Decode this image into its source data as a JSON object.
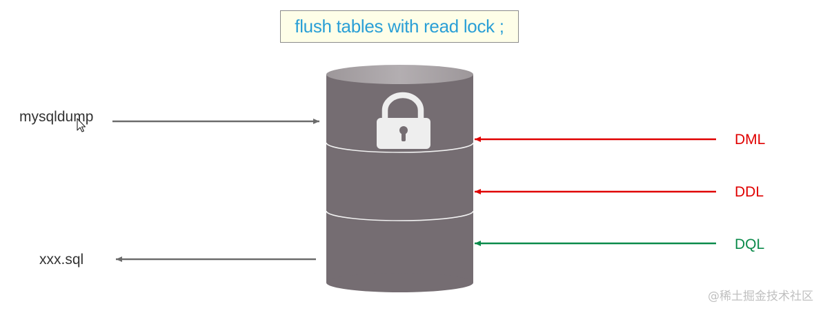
{
  "command": "flush tables with read lock ;",
  "labels": {
    "mysqldump": "mysqldump",
    "output_file": "xxx.sql",
    "dml": "DML",
    "ddl": "DDL",
    "dql": "DQL"
  },
  "watermark": "@稀土掘金技术社区",
  "colors": {
    "command_text": "#2a9fd6",
    "command_bg": "#fefee8",
    "database": "#756d72",
    "database_top": "#a8a3a6",
    "blocked_arrow": "#e00000",
    "allowed_arrow": "#0a8a4a",
    "neutral_arrow": "#6b6b6b"
  },
  "icons": {
    "lock": "padlock-icon",
    "database": "database-cylinder-icon",
    "cursor": "mouse-pointer-icon"
  }
}
